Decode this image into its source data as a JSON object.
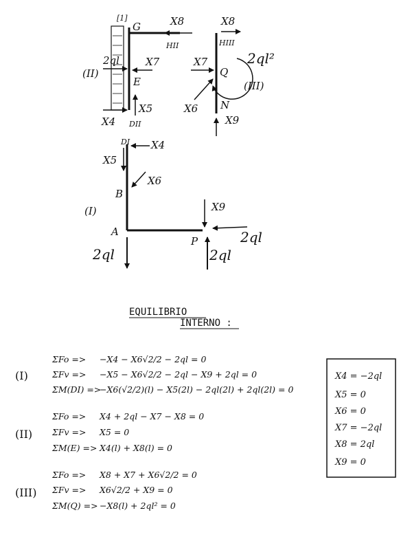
{
  "figure": {
    "labels": {
      "n1": "[1]",
      "G": "G",
      "x8_top": "X8",
      "H2": "HII",
      "x8_r": "X8",
      "H3": "HIII",
      "ql2l": "2ql",
      "sec2": "(II)",
      "x7_l": "X7",
      "E": "E",
      "x5_l": "X5",
      "x4_l": "X4",
      "D2": "DII",
      "x7_r": "X7",
      "Q": "Q",
      "m2ql2": "2ql²",
      "sec3": "(III)",
      "x6_r": "X6",
      "N": "N",
      "x9_r": "X9",
      "D1": "DI",
      "x4_m": "X4",
      "x5_m": "X5",
      "x6_m": "X6",
      "B": "B",
      "sec1": "(I)",
      "x9_m": "X9",
      "A": "A",
      "ql_p": "2ql",
      "P": "P",
      "ql_a": "2ql",
      "ql_pv": "2ql"
    }
  },
  "section_title": {
    "line1": "EQUILIBRIO",
    "line2": "INTERNO :"
  },
  "equations": {
    "g1": {
      "label": "(I)",
      "rows": [
        {
          "name": "ΣFo =>",
          "expr": "−X4 − X6√2/2 − 2ql = 0"
        },
        {
          "name": "ΣFv =>",
          "expr": "−X5 − X6√2/2 − 2ql − X9 + 2ql = 0"
        },
        {
          "name": "ΣM(DI) =>",
          "expr": "−X6(√2/2)(l) − X5(2l) − 2ql(2l) + 2ql(2l) = 0"
        }
      ]
    },
    "g2": {
      "label": "(II)",
      "rows": [
        {
          "name": "ΣFo =>",
          "expr": "X4 + 2ql − X7 − X8 = 0"
        },
        {
          "name": "ΣFv =>",
          "expr": "X5 = 0"
        },
        {
          "name": "ΣM(E) =>",
          "expr": "X4(l) + X8(l) = 0"
        }
      ]
    },
    "g3": {
      "label": "(III)",
      "rows": [
        {
          "name": "ΣFo =>",
          "expr": "X8 + X7 + X6√2/2 = 0"
        },
        {
          "name": "ΣFv =>",
          "expr": "X6√2/2 + X9 = 0"
        },
        {
          "name": "ΣM(Q) =>",
          "expr": "−X8(l) + 2ql² = 0"
        }
      ]
    }
  },
  "results": [
    "X4 = −2ql",
    "X5 = 0",
    "X6 = 0",
    "X7 = −2ql",
    "X8 = 2ql",
    "X9 = 0"
  ]
}
